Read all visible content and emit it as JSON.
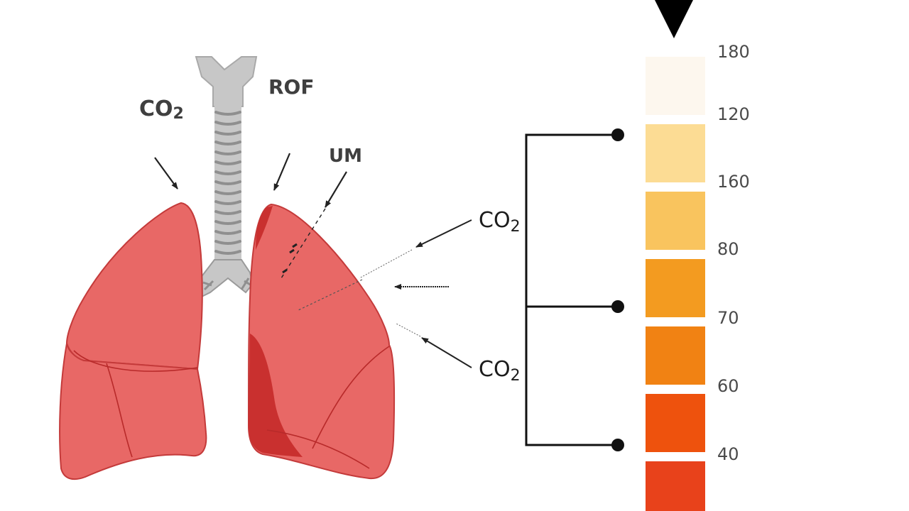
{
  "labels": {
    "co2_left": {
      "main": "CO",
      "sub": "2"
    },
    "rof": "ROF",
    "um": "UM",
    "co2_upper_right": {
      "main": "CO",
      "sub": "2"
    },
    "co2_lower_right": {
      "main": "CO",
      "sub": "2"
    }
  },
  "scale": {
    "ticks": [
      "180",
      "120",
      "160",
      "80",
      "70",
      "60",
      "40"
    ],
    "swatch_colors": [
      "#fdf7ee",
      "#fcdc94",
      "#f9c45e",
      "#f39b20",
      "#f18213",
      "#ee520d",
      "#e8421b"
    ]
  },
  "colors": {
    "lung_fill": "#e86866",
    "lung_shadow": "#c9302f",
    "lung_outline": "#b82a2a",
    "trachea": "#c7c7c7",
    "trachea_ring": "#8f8f8f"
  }
}
